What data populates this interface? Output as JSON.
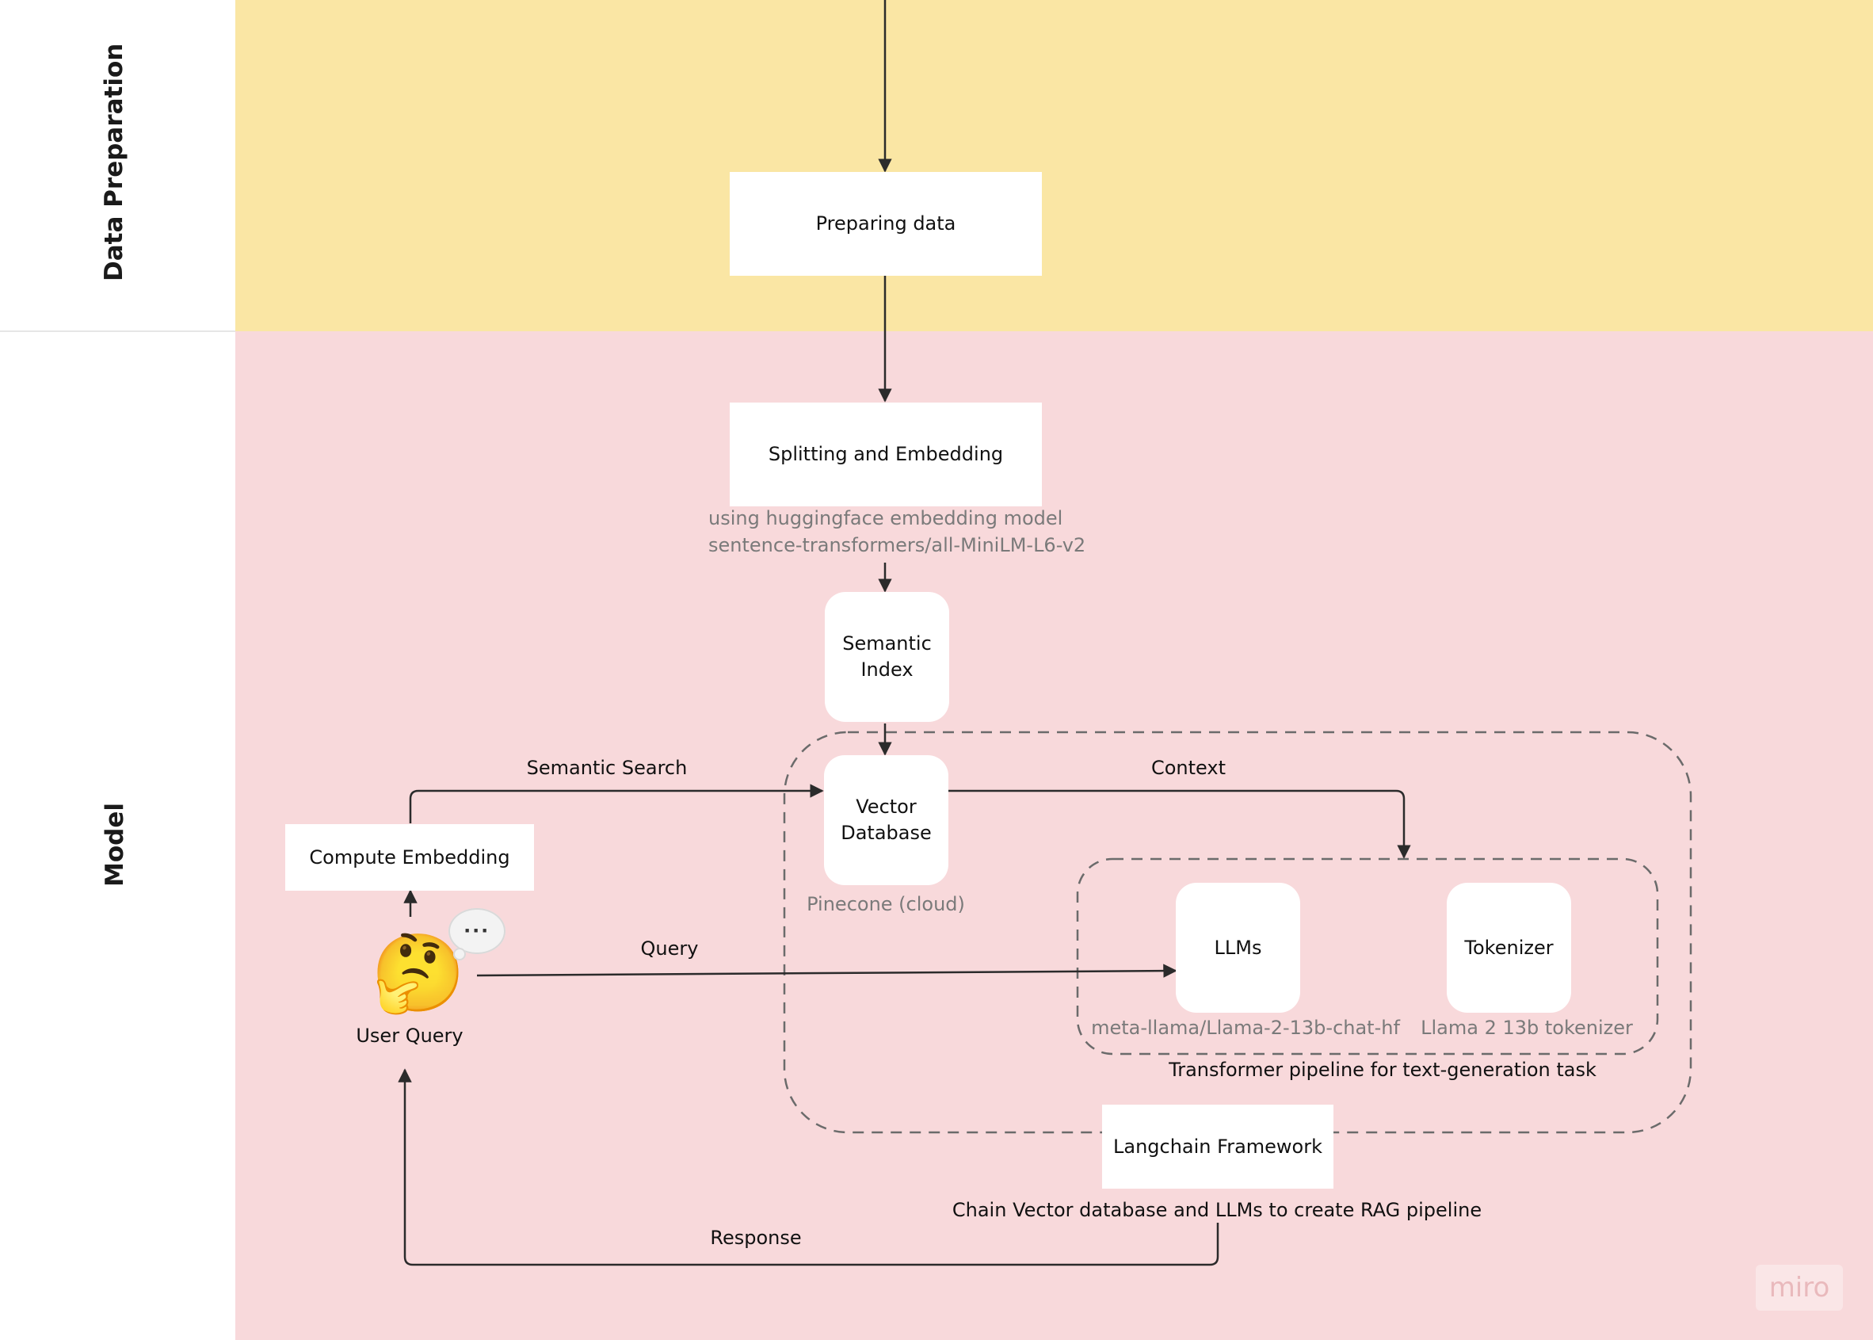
{
  "colors": {
    "data_preparation_lane": "#fae6a4",
    "model_lane": "#f8d9db",
    "box_fill": "#ffffff",
    "arrow": "#2b2b2b",
    "dashed_border": "#6b6b6b",
    "note_text": "#7a7a7a"
  },
  "lanes": {
    "data_preparation": "Data Preparation",
    "model": "Model"
  },
  "nodes": {
    "preparing_data": "Preparing data",
    "splitting_embedding": "Splitting and Embedding",
    "splitting_note_line1": "using huggingface embedding model",
    "splitting_note_line2": "sentence-transformers/all-MiniLM-L6-v2",
    "semantic_index_line1": "Semantic",
    "semantic_index_line2": "Index",
    "vector_db_line1": "Vector",
    "vector_db_line2": "Database",
    "vector_db_note": "Pinecone (cloud)",
    "compute_embedding": "Compute Embedding",
    "user_query": "User Query",
    "llms": "LLMs",
    "llms_note": "meta-llama/Llama-2-13b-chat-hf",
    "tokenizer": "Tokenizer",
    "tokenizer_note": "Llama 2 13b tokenizer",
    "transformer_pipeline": "Transformer pipeline for text-generation task",
    "langchain": "Langchain Framework",
    "langchain_note": "Chain Vector database and LLMs to create RAG pipeline"
  },
  "edges": {
    "semantic_search": "Semantic Search",
    "context": "Context",
    "query": "Query",
    "response": "Response"
  },
  "icons": {
    "user": "thinking-face-icon",
    "bubble": "speech-bubble-icon",
    "bubble_glyph": "···",
    "user_glyph": "🤔"
  },
  "watermark": "miro"
}
